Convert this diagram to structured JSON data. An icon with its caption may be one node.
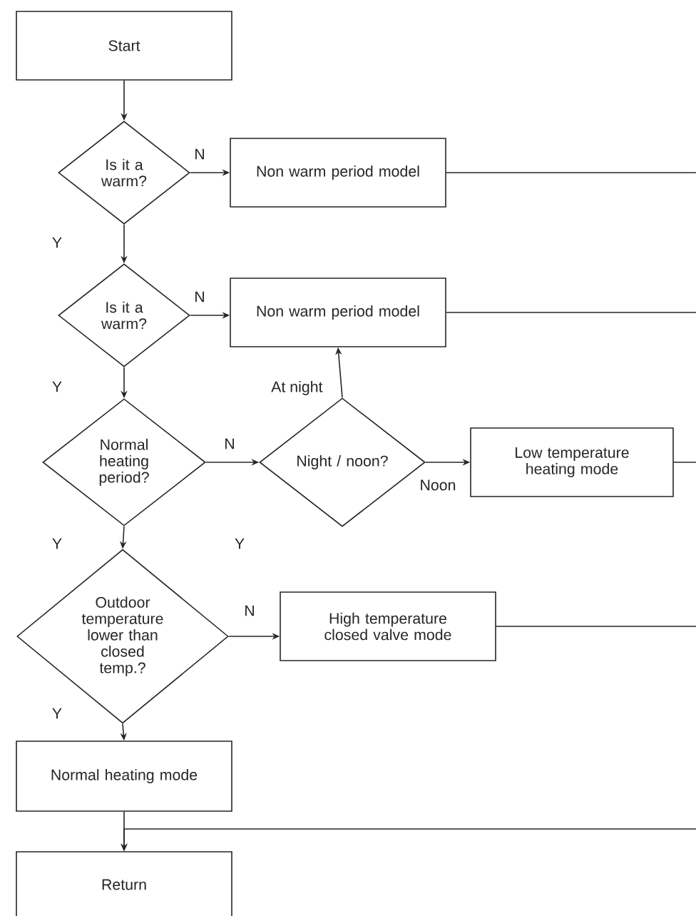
{
  "diagram": {
    "nodes": [
      {
        "text": [
          "Start"
        ]
      },
      {
        "text": [
          "Is it a warm?"
        ]
      },
      {
        "text": [
          "Non warm period model"
        ]
      },
      {
        "text": [
          "Is it a warm?"
        ]
      },
      {
        "text": [
          "Non warm period model"
        ]
      },
      {
        "text": [
          "Normal heating period?"
        ]
      },
      {
        "text": [
          "Night / noon?"
        ]
      },
      {
        "text": [
          "Low temperature heating mode"
        ]
      },
      {
        "text": [
          "Outdoor temperature lower than closed temp.?"
        ]
      },
      {
        "text": [
          "High temperature closed valve mode"
        ]
      },
      {
        "text": [
          "Normal heating mode"
        ]
      },
      {
        "text": [
          "Return"
        ]
      }
    ],
    "edges": [
      {
        "from": 0,
        "to": 1,
        "arrow": "to"
      },
      {
        "from": 1,
        "to": 2,
        "arrow": "to",
        "label": "N"
      },
      {
        "from": 1,
        "to": 3,
        "arrow": "to",
        "label": "Y"
      },
      {
        "from": 3,
        "to": 4,
        "arrow": "to",
        "label": "N"
      },
      {
        "from": 3,
        "to": 5,
        "arrow": "to",
        "label": "Y"
      },
      {
        "from": 5,
        "to": 6,
        "arrow": "to",
        "label": "N"
      },
      {
        "from": 6,
        "to": 4,
        "arrow": "to",
        "label": "At night"
      },
      {
        "from": 6,
        "to": 7,
        "arrow": "to",
        "label": "Noon"
      },
      {
        "from": 5,
        "to": 8,
        "arrow": "to",
        "label": "Y"
      },
      {
        "from": 8,
        "to": 9,
        "arrow": "to",
        "label": "N"
      },
      {
        "from": 8,
        "to": 10,
        "arrow": "to",
        "label": "Y"
      },
      {
        "from": 10,
        "to": 11,
        "arrow": "to"
      },
      {
        "from": 2,
        "to": null,
        "arrow": "none"
      },
      {
        "from": 4,
        "to": null,
        "arrow": "none"
      },
      {
        "from": 7,
        "to": null,
        "arrow": "none"
      },
      {
        "from": 9,
        "to": null,
        "arrow": "none"
      },
      {
        "from": null,
        "to": 11,
        "arrow": "to"
      }
    ],
    "labels": [
      "Y"
    ]
  }
}
